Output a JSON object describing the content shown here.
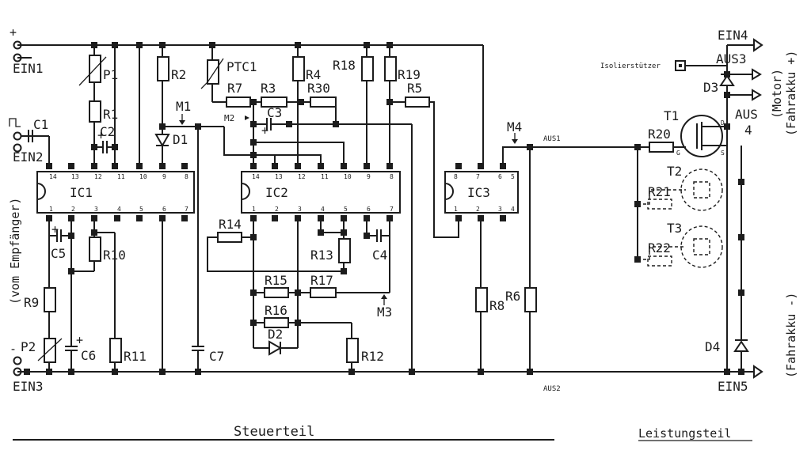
{
  "terminals": {
    "ein1": "EIN1",
    "ein2": "EIN2",
    "ein3": "EIN3",
    "ein4": "EIN4",
    "ein5": "EIN5",
    "aus1": "AUS1",
    "aus2": "AUS2",
    "aus3": "AUS3",
    "aus4": "AUS",
    "aus4_num": "4",
    "plus": "+",
    "minus": "-"
  },
  "ics": {
    "ic1": "IC1",
    "ic2": "IC2",
    "ic3": "IC3",
    "ic1_top_pins": [
      "14",
      "13",
      "12",
      "11",
      "10",
      "9",
      "8"
    ],
    "ic1_bottom_pins": [
      "1",
      "2",
      "3",
      "4",
      "5",
      "6",
      "7"
    ],
    "ic2_top_pins": [
      "14",
      "13",
      "12",
      "11",
      "10",
      "9",
      "8"
    ],
    "ic2_bottom_pins": [
      "1",
      "2",
      "3",
      "4",
      "5",
      "6",
      "7"
    ],
    "ic3_top_pins": [
      "8",
      "7",
      "6",
      "5"
    ],
    "ic3_bottom_pins": [
      "1",
      "2",
      "3",
      "4"
    ]
  },
  "components": {
    "p1": "P1",
    "p2": "P2",
    "r1": "R1",
    "r2": "R2",
    "r3": "R3",
    "r4": "R4",
    "r5": "R5",
    "r6": "R6",
    "r7": "R7",
    "r8": "R8",
    "r9": "R9",
    "r10": "R10",
    "r11": "R11",
    "r12": "R12",
    "r13": "R13",
    "r14": "R14",
    "r15": "R15",
    "r16": "R16",
    "r17": "R17",
    "r18": "R18",
    "r19": "R19",
    "r20": "R20",
    "r21": "R21",
    "r22": "R22",
    "r30": "R30",
    "c1": "C1",
    "c2": "C2",
    "c3": "C3",
    "c4": "C4",
    "c5": "C5",
    "c6": "C6",
    "c7": "C7",
    "d1": "D1",
    "d2": "D2",
    "d3": "D3",
    "d4": "D4",
    "t1": "T1",
    "t2": "T2",
    "t3": "T3",
    "ptc1": "PTC1",
    "m1": "M1",
    "m2": "M2",
    "m3": "M3",
    "m4": "M4",
    "gate": "G",
    "source": "S",
    "drain": "D",
    "isolier": "Isolierstützer"
  },
  "side_labels": {
    "empfaenger": "(vom Empfänger)",
    "motor": "(Motor)",
    "fahrakku_plus": "(Fahrakku +)",
    "fahrakku_minus": "(Fahrakku -)"
  },
  "sections": {
    "steuerteil": "Steuerteil",
    "leistungsteil": "Leistungsteil"
  }
}
